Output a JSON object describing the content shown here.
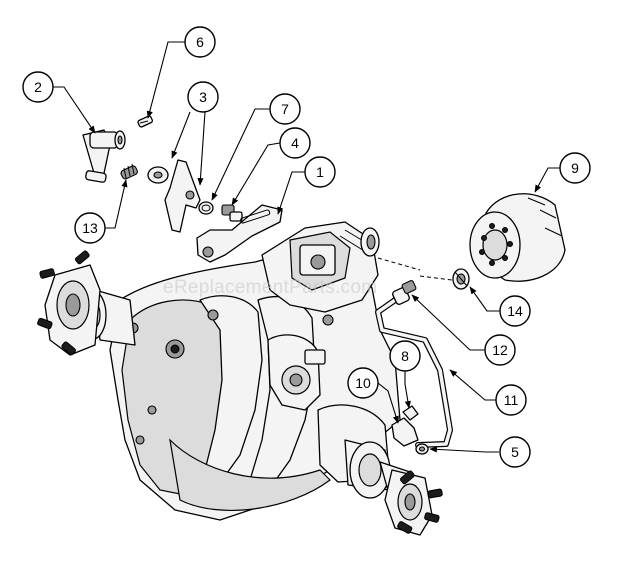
{
  "callouts": [
    {
      "id": "c1",
      "label": "1"
    },
    {
      "id": "c2",
      "label": "2"
    },
    {
      "id": "c3",
      "label": "3"
    },
    {
      "id": "c4",
      "label": "4"
    },
    {
      "id": "c5",
      "label": "5"
    },
    {
      "id": "c6",
      "label": "6"
    },
    {
      "id": "c7",
      "label": "7"
    },
    {
      "id": "c8",
      "label": "8"
    },
    {
      "id": "c9",
      "label": "9"
    },
    {
      "id": "c10",
      "label": "10"
    },
    {
      "id": "c11",
      "label": "11"
    },
    {
      "id": "c12",
      "label": "12"
    },
    {
      "id": "c13",
      "label": "13"
    },
    {
      "id": "c14",
      "label": "14"
    }
  ],
  "watermark": "eReplacementParts.com"
}
